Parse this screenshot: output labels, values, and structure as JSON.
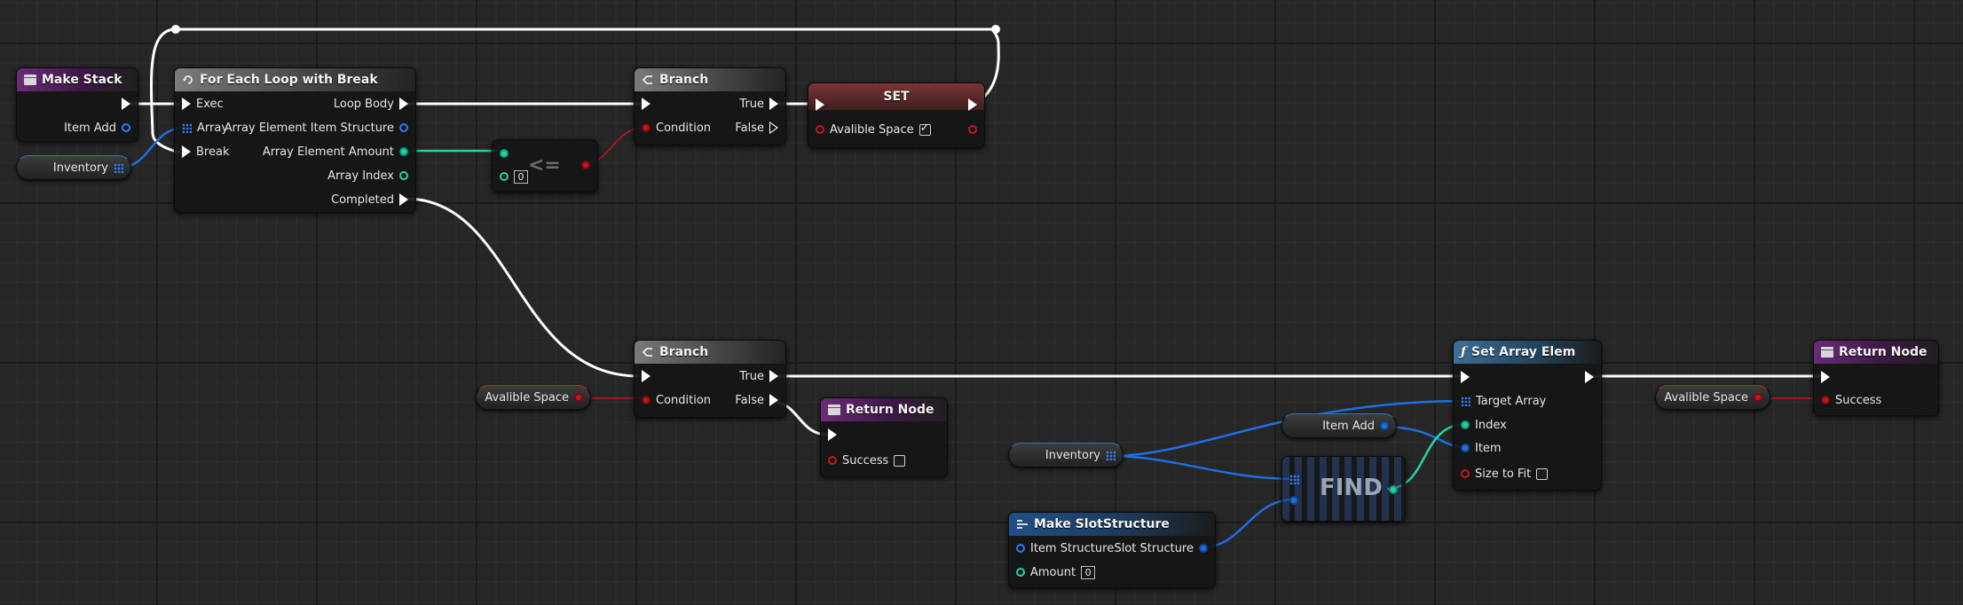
{
  "nodes": {
    "make_stack": {
      "title": "Make Stack",
      "item_add": "Item Add"
    },
    "foreach": {
      "title": "For Each Loop with Break",
      "exec": "Exec",
      "array": "Array",
      "break": "Break",
      "loop_body": "Loop Body",
      "element_item_structure": "Array Element Item Structure",
      "element_amount": "Array Element Amount",
      "array_index": "Array Index",
      "completed": "Completed"
    },
    "branch1": {
      "title": "Branch",
      "condition": "Condition",
      "true": "True",
      "false": "False"
    },
    "set": {
      "title": "SET",
      "var": "Avalible Space",
      "checked": true
    },
    "compare": {
      "op": "<=",
      "value": "0"
    },
    "branch2": {
      "title": "Branch",
      "condition": "Condition",
      "true": "True",
      "false": "False"
    },
    "return1": {
      "title": "Return Node",
      "success": "Success",
      "checked": false
    },
    "set_array": {
      "title": "Set Array Elem",
      "target_array": "Target Array",
      "index": "Index",
      "item": "Item",
      "size_to_fit": "Size to Fit",
      "checked": false
    },
    "return2": {
      "title": "Return Node",
      "success": "Success"
    },
    "find": {
      "label": "FIND"
    },
    "make_slot": {
      "title": "Make SlotStructure",
      "item_structure": "Item Structure",
      "slot_structure": "Slot Structure",
      "amount": "Amount",
      "amount_value": "0"
    }
  },
  "vars": {
    "inventory1": "Inventory",
    "avail1": "Avalible Space",
    "inventory2": "Inventory",
    "item_add": "Item Add",
    "avail2": "Avalible Space"
  },
  "colors": {
    "exec": "#ffffff",
    "bool": "#c8141e",
    "struct": "#1f6fe0",
    "int": "#22d4a8"
  }
}
